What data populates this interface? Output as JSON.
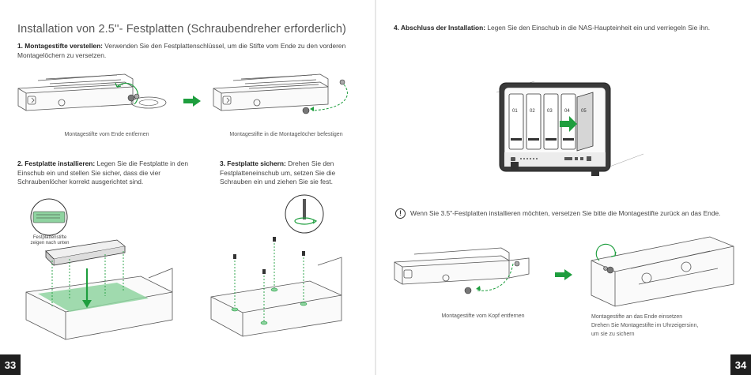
{
  "left_page": {
    "title": "Installation von 2.5''- Festplatten (Schraubendreher erforderlich)",
    "step1": {
      "heading": "1. Montagestifte verstellen:",
      "text": " Verwenden Sie den Festplattenschlüssel, um die Stifte vom Ende zu den vorderen Montagelöchern zu versetzen."
    },
    "caption1": "Montagestifte vom Ende entfernen",
    "caption2": "Montagestifte in die Montagelöcher befestigen",
    "step2": {
      "heading": "2. Festplatte installieren:",
      "text": " Legen Sie die Festplatte in den Einschub ein und stellen Sie sicher, dass die vier Schraubenlöcher korrekt ausgerichtet sind."
    },
    "step3": {
      "heading": "3. Festplatte sichern:",
      "text": " Drehen Sie den Festplatteneinschub um, setzen Sie die Schrauben ein und ziehen Sie sie fest."
    },
    "hdd_label_line1": "Festplattenstifte",
    "hdd_label_line2": "zeigen nach unten",
    "page_number": "33"
  },
  "right_page": {
    "step4": {
      "heading": "4. Abschluss der Installation:",
      "text": " Legen Sie den Einschub in die NAS-Haupteinheit ein und verriegeln Sie ihn."
    },
    "bay_labels": [
      "01",
      "02",
      "03",
      "04",
      "05"
    ],
    "note_icon": "!",
    "note_text": "Wenn Sie 3.5\"-Festplatten installieren möchten, versetzen Sie bitte die Montagestifte zurück an das Ende.",
    "caption1": "Montagestifte vom Kopf entfernen",
    "caption2_line1": "Montagestifte an das Ende einsetzen",
    "caption2_line2": "Drehen Sie Montagestifte im Uhrzeigersinn,",
    "caption2_line3": "um sie zu sichern",
    "page_number": "34"
  },
  "colors": {
    "accent_green": "#1e9e3e",
    "light_green": "#8fd3a0",
    "line": "#555555"
  },
  "icons": [
    "hdd-tray-icon",
    "arrow-right-icon",
    "rotate-arrow-icon",
    "screwdriver-icon",
    "screw-icon",
    "nas-device-icon",
    "warning-icon"
  ]
}
